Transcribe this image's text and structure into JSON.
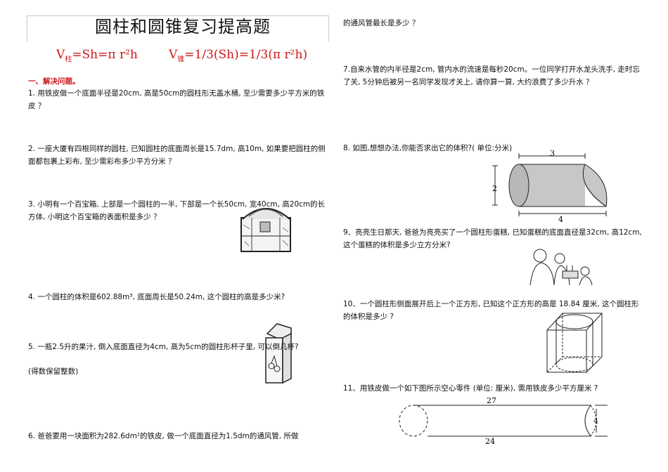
{
  "title": "圆柱和圆锥复习提高题",
  "formulas": {
    "cylinder": {
      "v": "V",
      "sub": "柱",
      "rest": "=Sh=π r²h"
    },
    "cone": {
      "v": "V",
      "sub": "锥",
      "rest": "=1/3(Sh)=1/3(π r²h)"
    }
  },
  "section_heading": "一、解决问题。",
  "left_questions": {
    "q1": "1. 用铁皮做一个底面半径是20cm, 高是50cm的圆柱形无盖水桶, 至少需要多少平方米的铁皮 ？",
    "q2": "2. 一座大厦有四根同样的圆柱, 已知圆柱的底面周长是15.7dm, 高10m, 如果要把圆柱的侧面都包裹上彩布, 至少需彩布多少平方分米 ？",
    "q3": "3. 小明有一个百宝箱, 上部是一个圆柱的一半, 下部是一个长50cm, 宽40cm, 高20cm的长方体, 小明这个百宝箱的表面积是多少 ？",
    "q4": "4. 一个圆柱的体积是602.88m³, 底面周长是50.24m, 这个圆柱的高是多少米?",
    "q5": "5. 一瓶2.5升的果汁, 倒入底面直径为4cm, 高为5cm的圆柱形杯子里, 可以倒几杯?",
    "q5_note": "(得数保留整数)",
    "q6": "6. 爸爸要用一块面积为282.6dm²的铁皮, 做一个底面直径为1.5dm的通风管, 所做"
  },
  "right_questions": {
    "q6_cont": "的通风管最长是多少 ？",
    "q7": "7.自来水管的内半径是2cm, 管内水的流速是每秒20cm。一位同学打开水龙头洗手, 走时忘了关, 5分钟后被另一名同学发现才关上, 请你算一算, 大约浪费了多少升水 ？",
    "q8": "8. 如图,想想办法,你能否求出它的体积?( 单位:分米)",
    "q9": "9、亮亮生日那天, 爸爸为亮亮买了一个圆柱形蛋糕, 已知蛋糕的底面直径是32cm, 高12cm, 这个蛋糕的体积是多少立方分米?",
    "q10": "10、一个圆柱形侧面展开后上一个正方形, 已知这个正方形的高是 18.84 厘米, 这个圆柱形的体积是多少 ?",
    "q11": "11、用铁皮做一个如下图所示空心零件 (单位: 厘米), 需用铁皮多少平方厘米 ?"
  },
  "figure8_labels": {
    "top": "3",
    "left": "2",
    "bottom": "4"
  },
  "figure11_labels": {
    "top": "27",
    "right": "4",
    "bottom": "24"
  }
}
